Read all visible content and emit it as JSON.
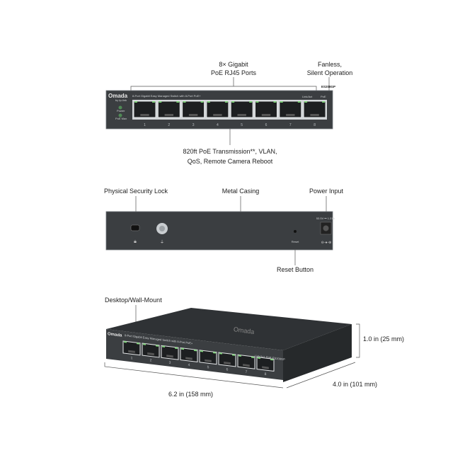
{
  "front": {
    "brand": "Omada",
    "brand_sub": "by tp-link",
    "description": "8-Port Gigabit Easy Managed Switch with 8-Port PoE+",
    "model": "ES208GP",
    "led_power": "Power",
    "led_poe_max": "PoE Max",
    "link_act": "Link/Act",
    "poe": "PoE",
    "port_numbers": [
      "1",
      "2",
      "3",
      "4",
      "5",
      "6",
      "7",
      "8"
    ]
  },
  "callouts": {
    "ports_line1": "8× Gigabit",
    "ports_line2": "PoE RJ45 Ports",
    "fanless_line1": "Fanless,",
    "fanless_line2": "Silent Operation",
    "poe_line1": "820ft PoE Transmission**, VLAN,",
    "poe_line2": "QoS, Remote Camera Reboot",
    "lock": "Physical Security Lock",
    "casing": "Metal Casing",
    "power": "Power Input",
    "reset_button": "Reset Button",
    "mount": "Desktop/Wall-Mount"
  },
  "rear": {
    "power_rating": "53.5V ⎓ 1.31A",
    "reset": "Reset"
  },
  "dimensions": {
    "height": "1.0 in (25 mm)",
    "depth": "4.0  in (101 mm)",
    "width": "6.2  in (158 mm)"
  },
  "colors": {
    "body": "#3b3e41",
    "led": "#7fd07a"
  }
}
